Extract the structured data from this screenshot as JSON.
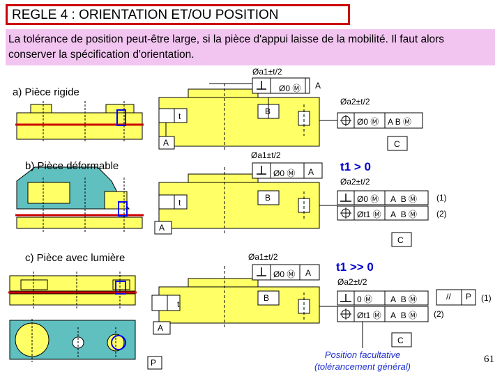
{
  "title": "REGLE 4 : ORIENTATION ET/OU POSITION",
  "intro": "La tolérance de position peut-être large, si la pièce d'appui laisse de la mobilité. Il faut alors conserver la spécification d'orientation.",
  "sections": {
    "a": "a) Pièce rigide",
    "b": "b) Pièce déformable",
    "c": "c) Pièce avec lumière"
  },
  "labels": {
    "a1": "Øa1±t/2",
    "a2": "Øa2±t/2",
    "t": "t",
    "zero_m": "Ø0 Ⓜ",
    "t1_m": "Øt1 Ⓜ",
    "zero_m_c": "0 Ⓜ",
    "A": "A",
    "B": "B",
    "C": "C",
    "P": "P",
    "ref_b_m": "B Ⓜ",
    "par": "//",
    "note1": "(1)",
    "note2": "(2)"
  },
  "conditions": {
    "b": "t1 > 0",
    "c": "t1 >> 0"
  },
  "caption": [
    "Position facultative",
    "(tolérancement général)"
  ],
  "page_number": "61"
}
